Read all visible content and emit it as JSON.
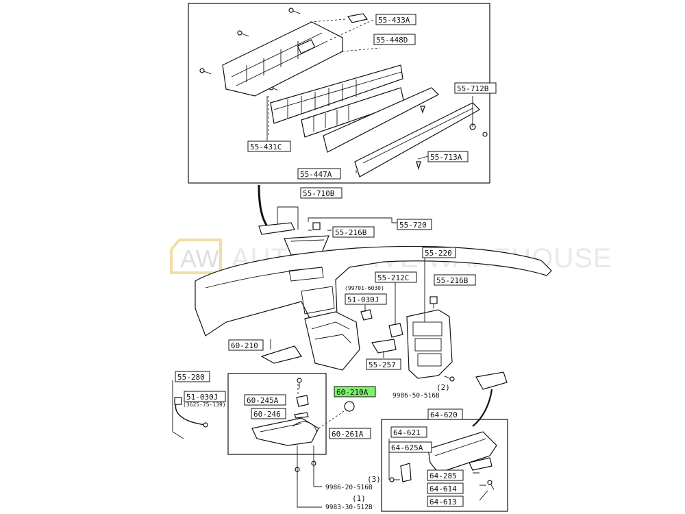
{
  "watermark": {
    "logo_text": "AW",
    "brand_text": "AUTOMOTIVE WAREHOUSE"
  },
  "labels": [
    {
      "id": "55-433A",
      "text": "55-433A",
      "highlight": false
    },
    {
      "id": "55-448D",
      "text": "55-448D",
      "highlight": false
    },
    {
      "id": "55-712B",
      "text": "55-712B",
      "highlight": false
    },
    {
      "id": "55-431C",
      "text": "55-431C",
      "highlight": false
    },
    {
      "id": "55-713A",
      "text": "55-713A",
      "highlight": false
    },
    {
      "id": "55-447A",
      "text": "55-447A",
      "highlight": false
    },
    {
      "id": "55-710B",
      "text": "55-710B",
      "highlight": false
    },
    {
      "id": "55-720",
      "text": "55-720",
      "highlight": false
    },
    {
      "id": "55-216B-top",
      "text": "55-216B",
      "highlight": false
    },
    {
      "id": "55-220",
      "text": "55-220",
      "highlight": false
    },
    {
      "id": "55-212C",
      "text": "55-212C",
      "highlight": false
    },
    {
      "id": "55-216B-right",
      "text": "55-216B",
      "highlight": false
    },
    {
      "id": "51-030J-mid",
      "text": "51-030J",
      "highlight": false
    },
    {
      "id": "60-210",
      "text": "60-210",
      "highlight": false
    },
    {
      "id": "55-257",
      "text": "55-257",
      "highlight": false
    },
    {
      "id": "55-280",
      "text": "55-280",
      "highlight": false
    },
    {
      "id": "51-030J-left",
      "text": "51-030J",
      "highlight": false
    },
    {
      "id": "60-245A",
      "text": "60-245A",
      "highlight": false
    },
    {
      "id": "60-246",
      "text": "60-246",
      "highlight": false
    },
    {
      "id": "60-210A",
      "text": "60-210A",
      "highlight": true
    },
    {
      "id": "60-261A",
      "text": "60-261A",
      "highlight": false
    },
    {
      "id": "64-620",
      "text": "64-620",
      "highlight": false
    },
    {
      "id": "64-621",
      "text": "64-621",
      "highlight": false
    },
    {
      "id": "64-625A",
      "text": "64-625A",
      "highlight": false
    },
    {
      "id": "64-285",
      "text": "64-285",
      "highlight": false
    },
    {
      "id": "64-614",
      "text": "64-614",
      "highlight": false
    },
    {
      "id": "64-613",
      "text": "64-613",
      "highlight": false
    }
  ],
  "notes": [
    {
      "id": "note-99701",
      "text": "(99701-6030)"
    },
    {
      "id": "note-3625",
      "text": "(3625-75-139)"
    },
    {
      "id": "note-9986-50",
      "text": "9986-50-516B"
    },
    {
      "id": "note-9986-50-qty",
      "text": "(2)"
    },
    {
      "id": "note-9986-20",
      "text": "9986-20-516B"
    },
    {
      "id": "note-9986-20-qty",
      "text": "(3)"
    },
    {
      "id": "note-9983-30",
      "text": "9983-30-512B"
    },
    {
      "id": "note-9983-30-qty",
      "text": "(1)"
    }
  ]
}
